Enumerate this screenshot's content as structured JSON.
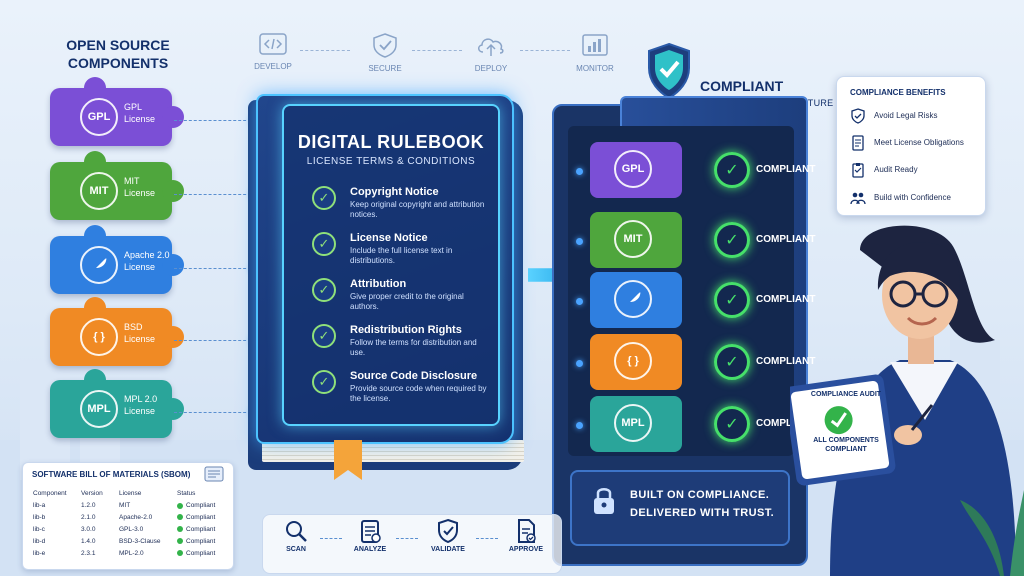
{
  "open_source": {
    "title": "OPEN SOURCE COMPONENTS",
    "pieces": [
      {
        "badge": "GPL",
        "name": "GPL",
        "sub": "License",
        "color": "#7b4fd6"
      },
      {
        "badge": "MIT",
        "name": "MIT",
        "sub": "License",
        "color": "#4fa63d"
      },
      {
        "badge": "",
        "name": "Apache 2.0",
        "sub": "License",
        "color": "#2f7fe0",
        "icon": "feather-icon"
      },
      {
        "badge": "{ }",
        "name": "BSD",
        "sub": "License",
        "color": "#f08a24"
      },
      {
        "badge": "MPL",
        "name": "MPL 2.0",
        "sub": "License",
        "color": "#2aa59a"
      }
    ]
  },
  "pipeline": [
    {
      "label": "DEVELOP",
      "icon": "code-icon"
    },
    {
      "label": "SECURE",
      "icon": "shield-icon"
    },
    {
      "label": "DEPLOY",
      "icon": "cloud-upload-icon"
    },
    {
      "label": "MONITOR",
      "icon": "chart-icon"
    }
  ],
  "rulebook": {
    "title": "DIGITAL RULEBOOK",
    "subtitle": "LICENSE TERMS & CONDITIONS",
    "rules": [
      {
        "title": "Copyright Notice",
        "desc": "Keep original copyright and attribution notices."
      },
      {
        "title": "License Notice",
        "desc": "Include the full license text in distributions."
      },
      {
        "title": "Attribution",
        "desc": "Give proper credit to the original authors."
      },
      {
        "title": "Redistribution Rights",
        "desc": "Follow the terms for distribution and use."
      },
      {
        "title": "Source Code Disclosure",
        "desc": "Provide source code when required by the license."
      }
    ]
  },
  "architecture": {
    "title": "COMPLIANT",
    "subtitle": "SOFTWARE ARCHITECTURE",
    "pieces": [
      {
        "badge": "GPL",
        "color": "#7b4fd6",
        "status": "COMPLIANT"
      },
      {
        "badge": "MIT",
        "color": "#4fa63d",
        "status": "COMPLIANT"
      },
      {
        "badge": "",
        "color": "#2f7fe0",
        "status": "COMPLIANT",
        "icon": "feather-icon"
      },
      {
        "badge": "{ }",
        "color": "#f08a24",
        "status": "COMPLIANT"
      },
      {
        "badge": "MPL",
        "color": "#2aa59a",
        "status": "COMPLIANT"
      }
    ],
    "footer_line1": "BUILT ON COMPLIANCE.",
    "footer_line2": "DELIVERED WITH TRUST."
  },
  "benefits": {
    "title": "COMPLIANCE BENEFITS",
    "items": [
      {
        "label": "Avoid Legal Risks",
        "icon": "shield-check-icon"
      },
      {
        "label": "Meet License Obligations",
        "icon": "document-icon"
      },
      {
        "label": "Audit Ready",
        "icon": "clipboard-icon"
      },
      {
        "label": "Build with Confidence",
        "icon": "team-icon"
      }
    ]
  },
  "audit": {
    "title": "COMPLIANCE AUDIT",
    "line1": "ALL COMPONENTS",
    "line2": "COMPLIANT"
  },
  "sbom": {
    "title": "SOFTWARE BILL OF MATERIALS (SBOM)",
    "headers": [
      "Component",
      "Version",
      "License",
      "Status"
    ],
    "rows": [
      [
        "lib-a",
        "1.2.0",
        "MIT",
        "Compliant"
      ],
      [
        "lib-b",
        "2.1.0",
        "Apache-2.0",
        "Compliant"
      ],
      [
        "lib-c",
        "3.0.0",
        "GPL-3.0",
        "Compliant"
      ],
      [
        "lib-d",
        "1.4.0",
        "BSD-3-Clause",
        "Compliant"
      ],
      [
        "lib-e",
        "2.3.1",
        "MPL-2.0",
        "Compliant"
      ]
    ]
  },
  "workflow": [
    {
      "label": "SCAN",
      "icon": "magnifier-icon"
    },
    {
      "label": "ANALYZE",
      "icon": "checklist-icon"
    },
    {
      "label": "VALIDATE",
      "icon": "shield-check-icon"
    },
    {
      "label": "APPROVE",
      "icon": "document-check-icon"
    }
  ],
  "colors": {
    "navy": "#13306b",
    "glow": "#58d3ff",
    "ok_green": "#46e06a"
  }
}
